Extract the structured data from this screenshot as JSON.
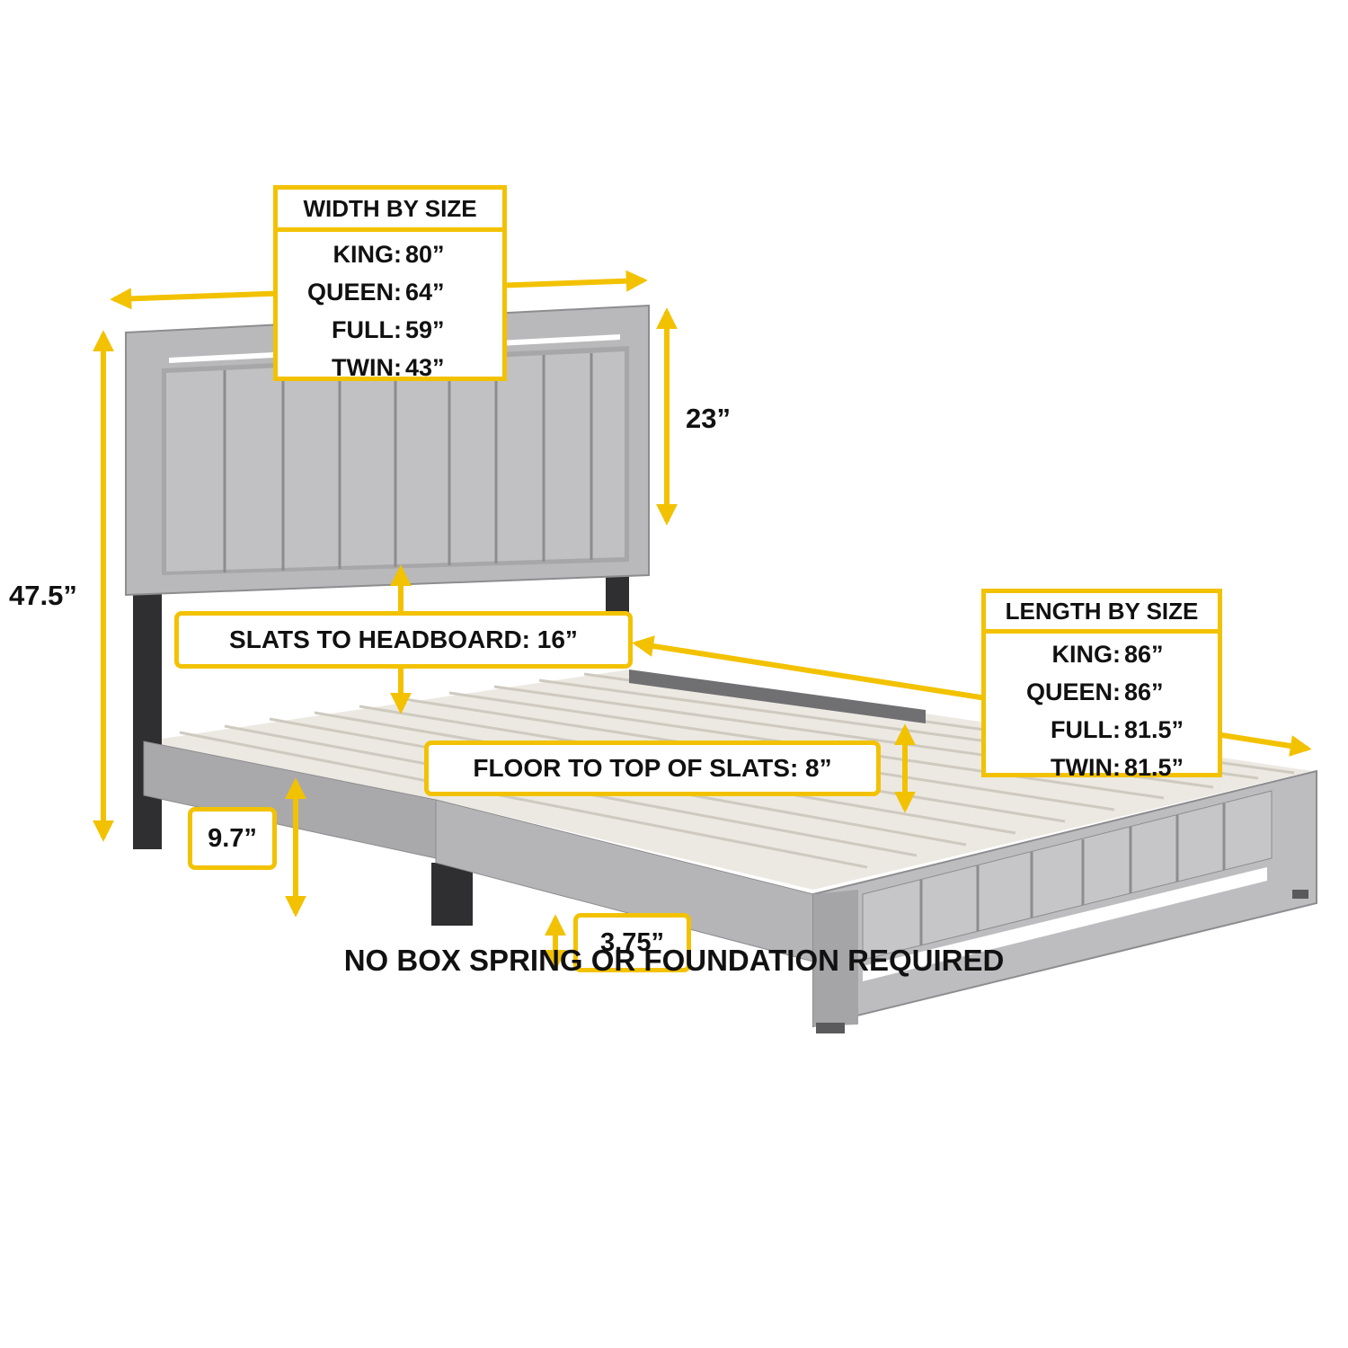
{
  "accent_color": "#f2c200",
  "width_box": {
    "title": "WIDTH BY SIZE",
    "rows": [
      {
        "size": "KING:",
        "value": "80”"
      },
      {
        "size": "QUEEN:",
        "value": "64”"
      },
      {
        "size": "FULL:",
        "value": "59”"
      },
      {
        "size": "TWIN:",
        "value": "43”"
      }
    ]
  },
  "length_box": {
    "title": "LENGTH BY SIZE",
    "rows": [
      {
        "size": "KING:",
        "value": "86”"
      },
      {
        "size": "QUEEN:",
        "value": "86”"
      },
      {
        "size": "FULL:",
        "value": "81.5”"
      },
      {
        "size": "TWIN:",
        "value": "81.5”"
      }
    ]
  },
  "dimensions": {
    "total_height": "47.5”",
    "headboard_height": "23”",
    "slats_to_headboard": "SLATS TO HEADBOARD: 16”",
    "floor_to_slats": "FLOOR TO TOP OF SLATS: 8”",
    "rail_height": "9.7”",
    "clearance": "3.75”"
  },
  "footer": "NO BOX SPRING OR FOUNDATION REQUIRED"
}
